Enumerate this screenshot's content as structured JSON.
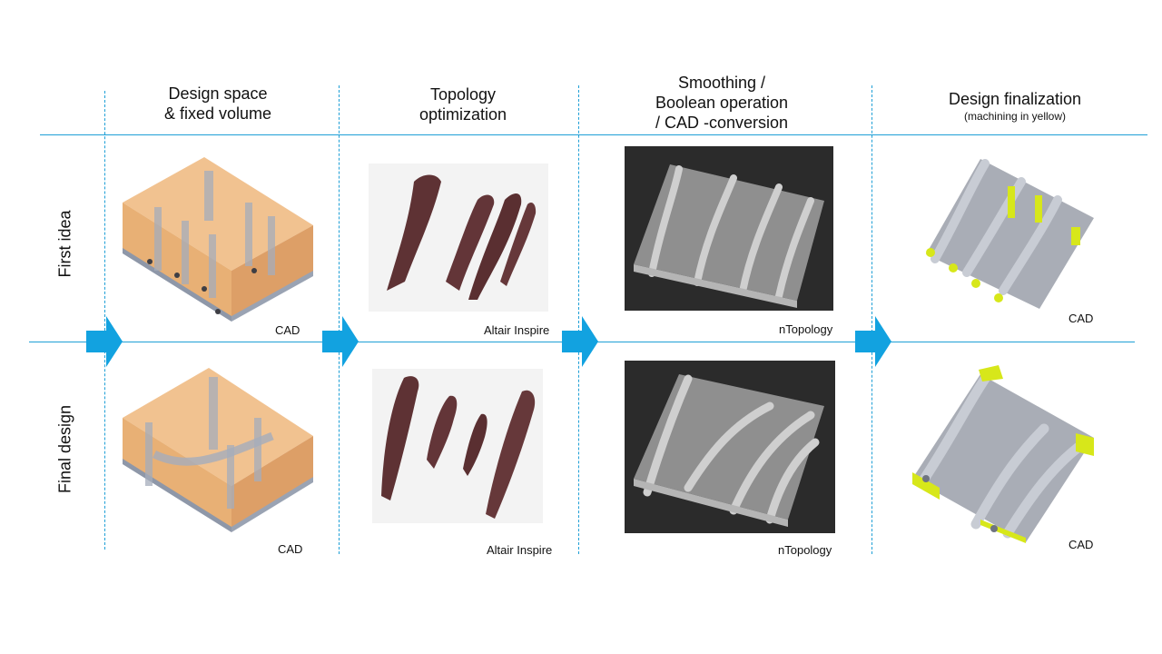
{
  "columns": {
    "design_space": {
      "line1": "Design space",
      "line2": "& fixed volume"
    },
    "topology": {
      "line1": "Topology",
      "line2": "optimization"
    },
    "smoothing": {
      "line1": "Smoothing /",
      "line2": "Boolean operation",
      "line3": "/ CAD -conversion"
    },
    "finalization": {
      "line1": "Design finalization",
      "sub": "(machining in yellow)"
    }
  },
  "rows": {
    "first": "First idea",
    "final": "Final design"
  },
  "tools": {
    "r1_c1": "CAD",
    "r1_c2": "Altair Inspire",
    "r1_c3": "nTopology",
    "r1_c4": "CAD",
    "r2_c1": "CAD",
    "r2_c2": "Altair Inspire",
    "r2_c3": "nTopology",
    "r2_c4": "CAD"
  },
  "colors": {
    "line": "#1e9fd6",
    "arrow": "#12a2e0",
    "design_space": "#e9a868",
    "topology": "#5e3234",
    "ntop_bg": "#2b2b2b",
    "part_grey": "#a9adb6",
    "machining": "#d7e71a"
  }
}
